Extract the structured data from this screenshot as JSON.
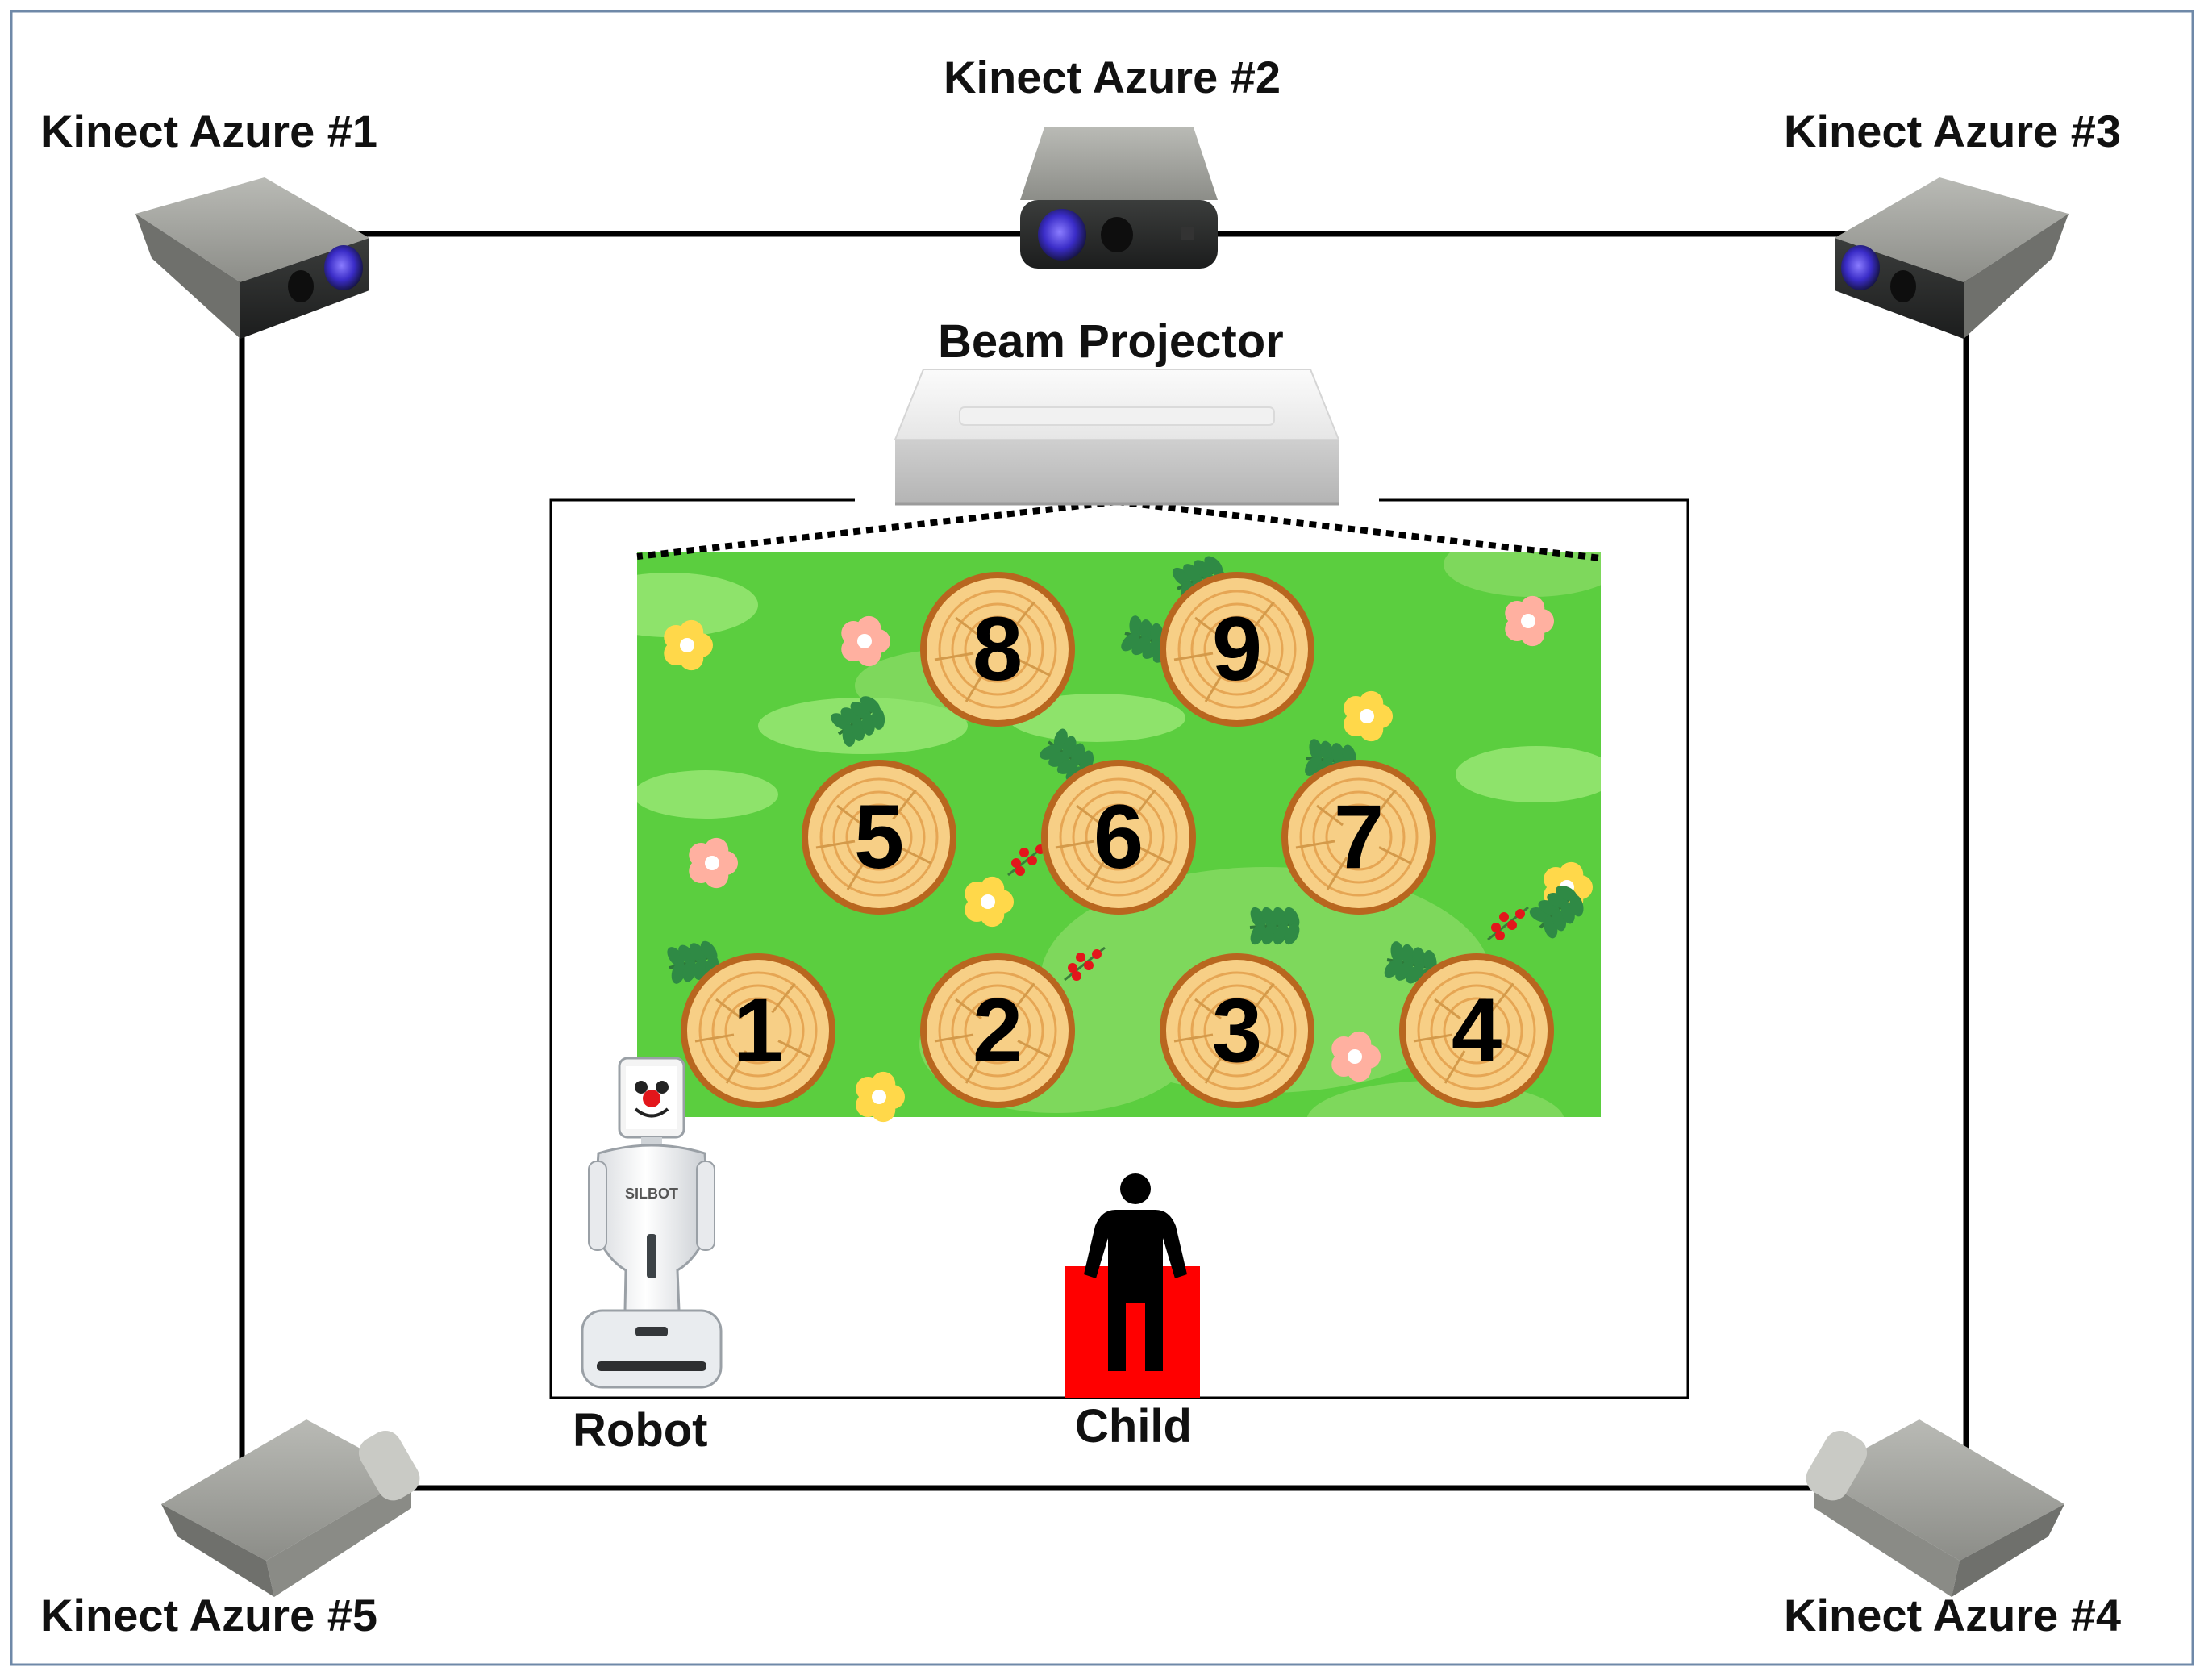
{
  "cameras": [
    {
      "label": "Kinect Azure #1"
    },
    {
      "label": "Kinect Azure #2"
    },
    {
      "label": "Kinect Azure #3"
    },
    {
      "label": "Kinect Azure #4"
    },
    {
      "label": "Kinect Azure #5"
    }
  ],
  "projector": {
    "label": "Beam Projector"
  },
  "robot": {
    "label": "Robot",
    "brand": "SILBOT"
  },
  "child": {
    "label": "Child"
  },
  "stumps": [
    "1",
    "2",
    "3",
    "4",
    "5",
    "6",
    "7",
    "8",
    "9"
  ],
  "colors": {
    "grass": "#5bce3f",
    "stump_fill": "#f7cf86",
    "stump_ring": "#b8661f",
    "child_mat": "#ff0000",
    "frame": "#000000"
  }
}
